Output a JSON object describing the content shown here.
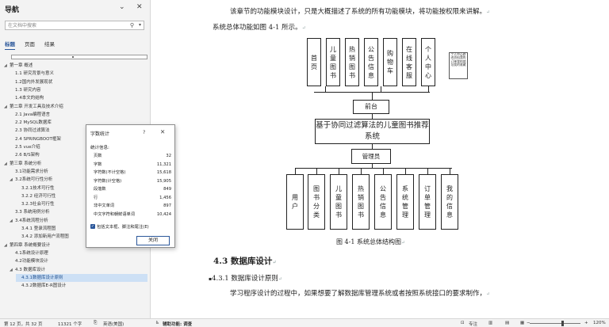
{
  "nav": {
    "title": "导航",
    "search_placeholder": "在文档中搜索",
    "tabs": [
      "标题",
      "页面",
      "结果"
    ],
    "items": [
      {
        "label": "第一章 概述",
        "tri": "◢"
      },
      {
        "label": "1.1 研究背景与意义"
      },
      {
        "label": "1.2国内外发展现状"
      },
      {
        "label": "1.3 研究内容"
      },
      {
        "label": "1.4本文的结构"
      },
      {
        "label": "第二章 开发工具及技术介绍",
        "tri": "◢"
      },
      {
        "label": "2.1 Java编程语言"
      },
      {
        "label": "2.2 MySQL数据库"
      },
      {
        "label": "2.3 协同过滤算法"
      },
      {
        "label": "2.4 SPRINGBOOT框架"
      },
      {
        "label": "2.5 vue介绍"
      },
      {
        "label": "2.6 B/S架构"
      },
      {
        "label": "第三章 系统分析",
        "tri": "◢"
      },
      {
        "label": "3.1功能需求分析"
      },
      {
        "label": "3.2系统可行性分析",
        "tri": "◢"
      },
      {
        "label": "3.2.1技术可行性"
      },
      {
        "label": "3.2.2 经济可行性"
      },
      {
        "label": "3.2.3社会可行性"
      },
      {
        "label": "3.3 系统用例分析"
      },
      {
        "label": "3.4系统流程分析",
        "tri": "◢"
      },
      {
        "label": "3.4.1 登录流程图"
      },
      {
        "label": "3.4.2 添加新用户流程图"
      },
      {
        "label": "第四章 系统概要设计",
        "tri": "◢"
      },
      {
        "label": "4.1系统设计原理"
      },
      {
        "label": "4.2功能模块设计"
      },
      {
        "label": "4.3 数据库设计",
        "tri": "◢"
      },
      {
        "label": "4.3.1数据库设计原则"
      },
      {
        "label": "4.3.2数据库E-R图设计"
      }
    ]
  },
  "doc": {
    "para1": "该章节的功能模块设计，只是大概描述了系统的所有功能模块，将功能按权限来讲解。",
    "para1b": "系统总体功能如图 4-1 所示。",
    "top_modules": [
      "首页",
      "儿童图书",
      "热销图书",
      "公告信息",
      "购物车",
      "在线客服",
      "个人中心"
    ],
    "note": "个人中心修改资料我的订单我的地址我的收藏",
    "front": "前台",
    "system": "基于协同过滤算法的儿童图书推荐系统",
    "admin": "管理员",
    "bottom_modules": [
      "用户",
      "图书分类",
      "儿童图书",
      "热销图书",
      "公告信息",
      "系统管理",
      "订单管理",
      "我的信息"
    ],
    "caption": "图 4-1  系统总体结构图",
    "h2": "4.3  数据库设计",
    "h3": "4.3.1 数据库设计原则",
    "para2": "学习程序设计的过程中，如果想要了解数据库管理系统或者按照系统接口的要求制作，"
  },
  "word_count": {
    "title": "字数统计",
    "help": "?",
    "stats_label": "统计信息:",
    "rows": [
      {
        "label": "页数",
        "value": "32"
      },
      {
        "label": "字数",
        "value": "11,321"
      },
      {
        "label": "字符数(不计空格)",
        "value": "15,618"
      },
      {
        "label": "字符数(计空格)",
        "value": "15,905"
      },
      {
        "label": "段落数",
        "value": "849"
      },
      {
        "label": "行",
        "value": "1,456"
      },
      {
        "label": "非中文单词",
        "value": "897"
      },
      {
        "label": "中文字符和朝鲜语单词",
        "value": "10,424"
      }
    ],
    "checkbox_label": "包括文本框、脚注和尾注(E)",
    "close_label": "关闭"
  },
  "status": {
    "page": "第 12 页，共 32 页",
    "words": "11321 个字",
    "language": "英语(美国)",
    "accessibility": "辅助功能: 调查",
    "focus": "专注",
    "zoom": "120%"
  }
}
